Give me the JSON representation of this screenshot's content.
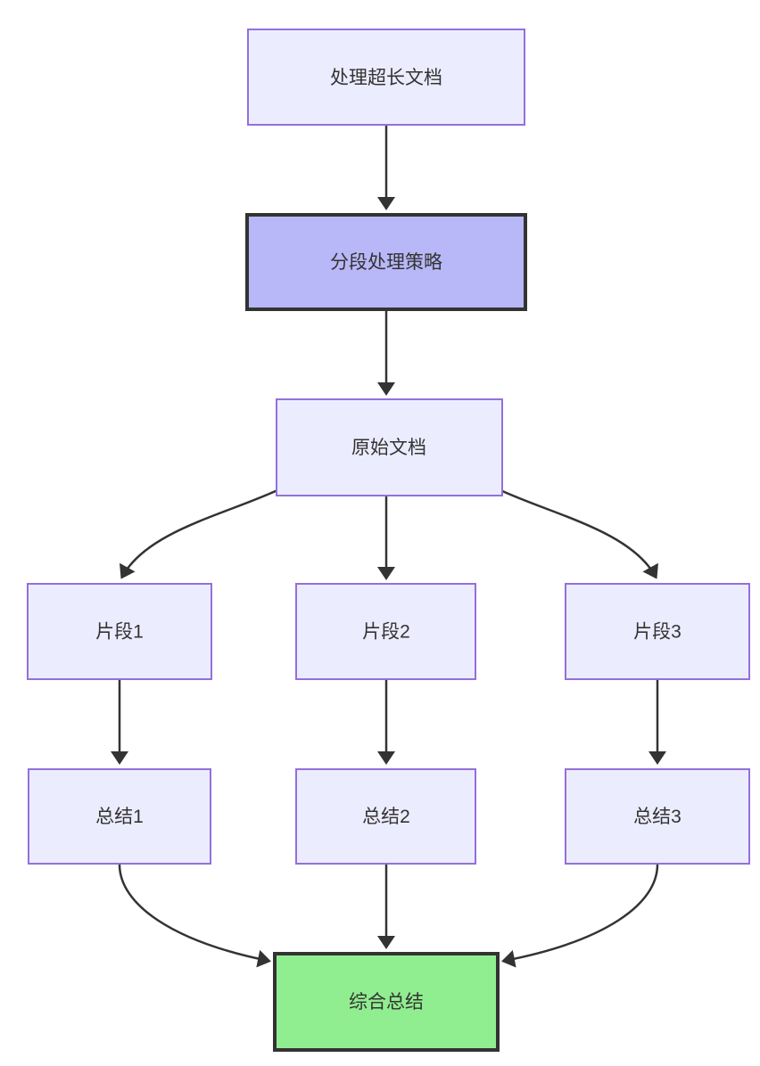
{
  "diagram": {
    "type": "flowchart",
    "direction": "top-down",
    "background_color": "#ffffff",
    "colors": {
      "default_node_fill": "#ECECFF",
      "default_node_border": "#9370DB",
      "strategy_node_fill": "#b8b8f8",
      "strategy_node_border": "#333333",
      "result_node_fill": "#90EE90",
      "result_node_border": "#333333",
      "edge_color": "#333333",
      "text_color": "#333333"
    },
    "nodes": [
      {
        "id": "A",
        "label": "处理超长文档",
        "style": "default"
      },
      {
        "id": "B",
        "label": "分段处理策略",
        "style": "strategy"
      },
      {
        "id": "C",
        "label": "原始文档",
        "style": "default"
      },
      {
        "id": "S1",
        "label": "片段1",
        "style": "default"
      },
      {
        "id": "S2",
        "label": "片段2",
        "style": "default"
      },
      {
        "id": "S3",
        "label": "片段3",
        "style": "default"
      },
      {
        "id": "T1",
        "label": "总结1",
        "style": "default"
      },
      {
        "id": "T2",
        "label": "总结2",
        "style": "default"
      },
      {
        "id": "T3",
        "label": "总结3",
        "style": "default"
      },
      {
        "id": "R",
        "label": "综合总结",
        "style": "result"
      }
    ],
    "edges": [
      {
        "from": "处理超长文档",
        "to": "分段处理策略"
      },
      {
        "from": "分段处理策略",
        "to": "原始文档"
      },
      {
        "from": "原始文档",
        "to": "片段1"
      },
      {
        "from": "原始文档",
        "to": "片段2"
      },
      {
        "from": "原始文档",
        "to": "片段3"
      },
      {
        "from": "片段1",
        "to": "总结1"
      },
      {
        "from": "片段2",
        "to": "总结2"
      },
      {
        "from": "片段3",
        "to": "总结3"
      },
      {
        "from": "总结1",
        "to": "综合总结"
      },
      {
        "from": "总结2",
        "to": "综合总结"
      },
      {
        "from": "总结3",
        "to": "综合总结"
      }
    ]
  }
}
